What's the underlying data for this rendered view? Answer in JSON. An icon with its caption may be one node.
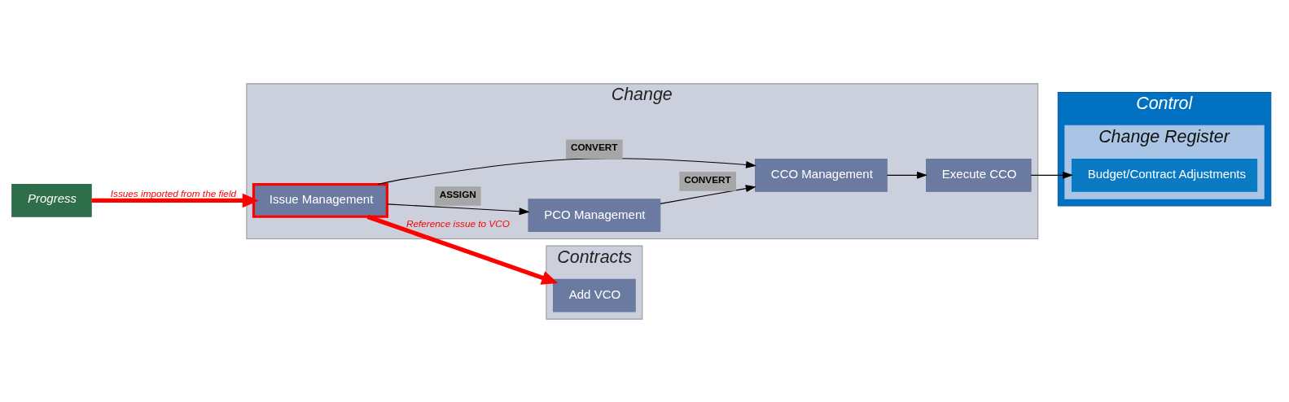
{
  "diagram": {
    "nodes": [
      {
        "text": [
          "Contracts"
        ]
      },
      {
        "text": [
          "Add VCO"
        ],
        "in": 0
      },
      {
        "text": [
          "Change"
        ]
      },
      {
        "text": [
          "Issue Management"
        ],
        "in": 2
      },
      {
        "text": [
          "PCO Management"
        ],
        "in": 2
      },
      {
        "text": [
          "CCO Management"
        ],
        "in": 2
      },
      {
        "text": [
          "Execute CCO"
        ],
        "in": 2
      },
      {
        "text": [
          "Progress"
        ]
      },
      {
        "text": [
          "Control"
        ]
      },
      {
        "text": [
          "Change Register"
        ],
        "in": 8
      },
      {
        "text": [
          "Budget/Contract Adjustments"
        ],
        "in": 9
      }
    ],
    "edges": [
      {
        "from": 7,
        "to": 3,
        "arrow": "to",
        "label": "Issues imported from the field",
        "style": "thick",
        "color": "#ff0000"
      },
      {
        "from": 3,
        "to": 1,
        "arrow": "to",
        "label": "Reference issue to VCO",
        "style": "thick",
        "color": "#ff0000"
      },
      {
        "from": 3,
        "to": 4,
        "arrow": "to",
        "label": "ASSIGN"
      },
      {
        "from": 4,
        "to": 5,
        "arrow": "to",
        "label": "CONVERT"
      },
      {
        "from": 3,
        "to": 5,
        "arrow": "to",
        "label": "CONVERT"
      },
      {
        "from": 5,
        "to": 6,
        "arrow": "to"
      },
      {
        "from": 6,
        "to": 10,
        "arrow": "to"
      }
    ]
  }
}
